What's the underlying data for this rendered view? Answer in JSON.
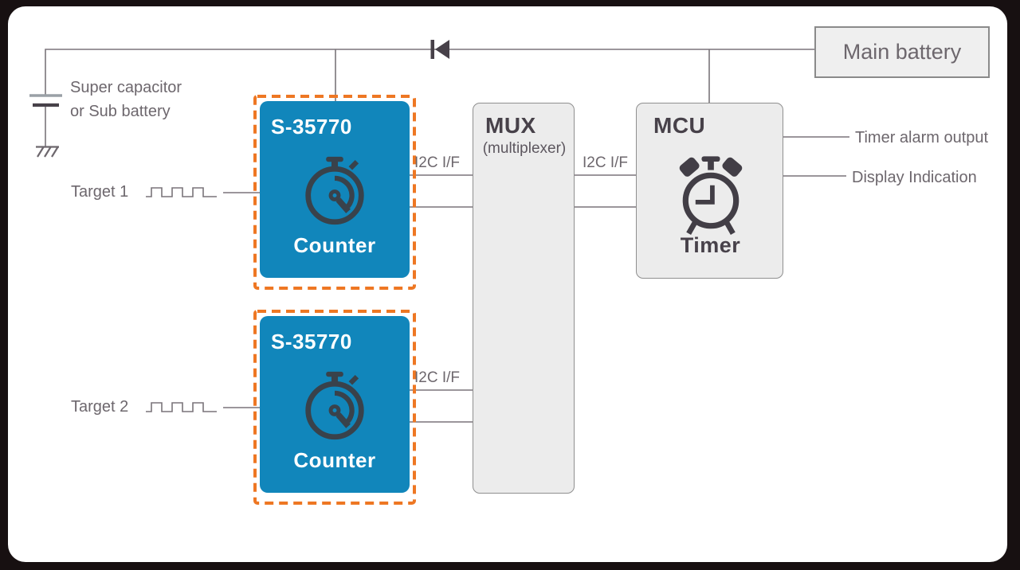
{
  "power": {
    "main_battery": "Main battery",
    "backup_line1": "Super capacitor",
    "backup_line2": "or Sub battery"
  },
  "targets": [
    {
      "label": "Target 1"
    },
    {
      "label": "Target 2"
    }
  ],
  "counters": [
    {
      "part": "S-35770",
      "role": "Counter",
      "bus_label": "I2C I/F"
    },
    {
      "part": "S-35770",
      "role": "Counter",
      "bus_label": "I2C I/F"
    }
  ],
  "mux": {
    "name": "MUX",
    "subtitle": "(multiplexer)",
    "bus_label": "I2C I/F"
  },
  "mcu": {
    "name": "MCU",
    "role": "Timer"
  },
  "outputs": [
    {
      "label": "Timer alarm output"
    },
    {
      "label": "Display Indication"
    }
  ],
  "icons": {
    "counter_icon": "stopwatch-icon",
    "mcu_icon": "alarm-clock-icon",
    "diode": "diode-symbol",
    "capacitor": "capacitor-symbol",
    "ground": "ground-symbol",
    "waveform": "pulse-waveform"
  },
  "colors": {
    "counter_fill": "#1186BB",
    "highlight_dashed": "#EE7723",
    "box_fill": "#ECECEC",
    "box_border": "#8F8F8F",
    "wire": "#7A747A",
    "label_text": "#6D676D",
    "dark_text": "#474149",
    "icon_stroke": "#3F3F47",
    "frame_bg": "#171011"
  }
}
